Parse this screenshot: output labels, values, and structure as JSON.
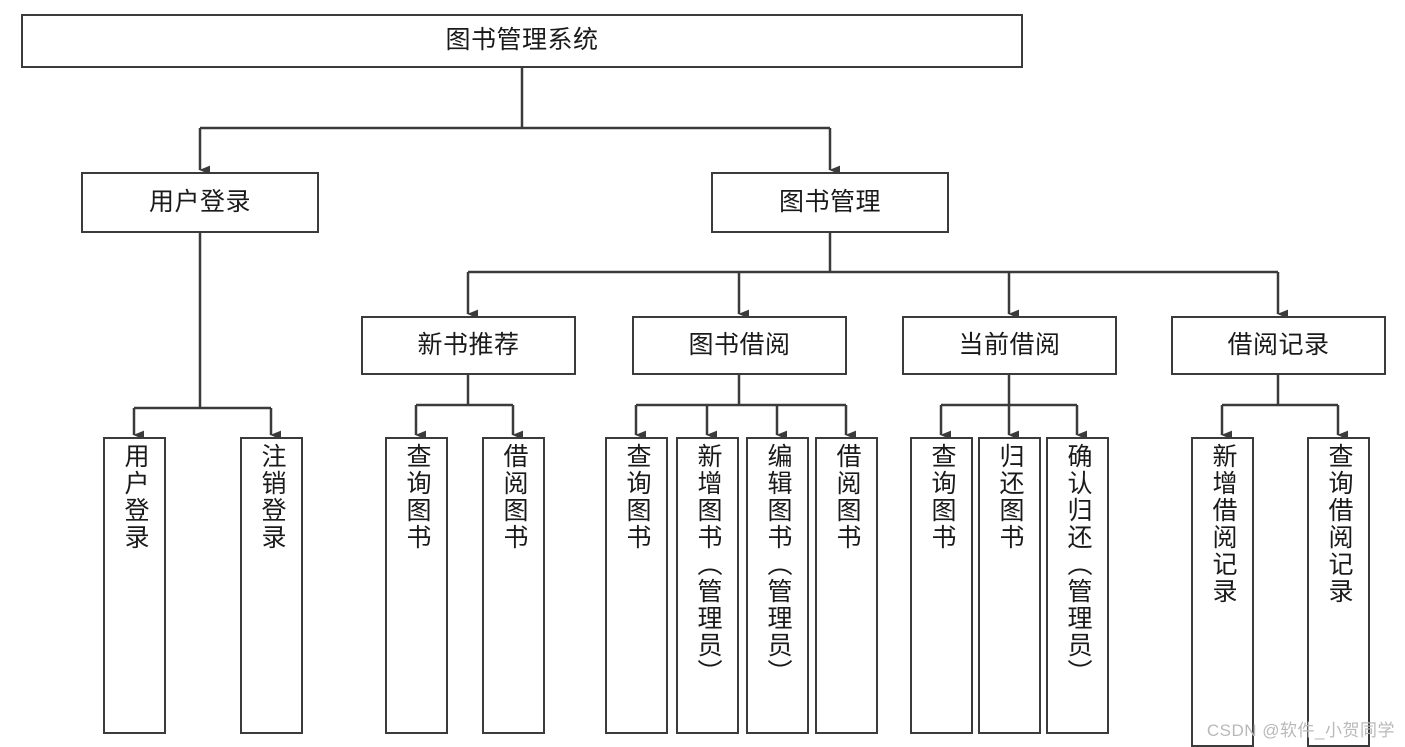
{
  "diagram": {
    "title": "图书管理系统",
    "watermark": "CSDN @软件_小贺同学",
    "colors": {
      "stroke": "#3b3b3b",
      "text": "#1a1a1a",
      "background": "#ffffff",
      "watermark": "#b9b9b9"
    },
    "nodes": {
      "root": {
        "label": "图书管理系统"
      },
      "level2": [
        {
          "label": "用户登录"
        },
        {
          "label": "图书管理"
        }
      ],
      "level3": [
        {
          "label": "新书推荐"
        },
        {
          "label": "图书借阅"
        },
        {
          "label": "当前借阅"
        },
        {
          "label": "借阅记录"
        }
      ],
      "leaves": {
        "user_login": [
          {
            "label": "用户登录"
          },
          {
            "label": "注销登录"
          }
        ],
        "new_book_recommend": [
          {
            "label": "查询图书"
          },
          {
            "label": "借阅图书"
          }
        ],
        "book_borrow": [
          {
            "label": "查询图书"
          },
          {
            "label": "新增图书（管理员）"
          },
          {
            "label": "编辑图书（管理员）"
          },
          {
            "label": "借阅图书"
          }
        ],
        "current_borrow": [
          {
            "label": "查询图书"
          },
          {
            "label": "归还图书"
          },
          {
            "label": "确认归还（管理员）"
          }
        ],
        "borrow_record": [
          {
            "label": "新增借阅记录"
          },
          {
            "label": "查询借阅记录"
          }
        ]
      }
    }
  }
}
